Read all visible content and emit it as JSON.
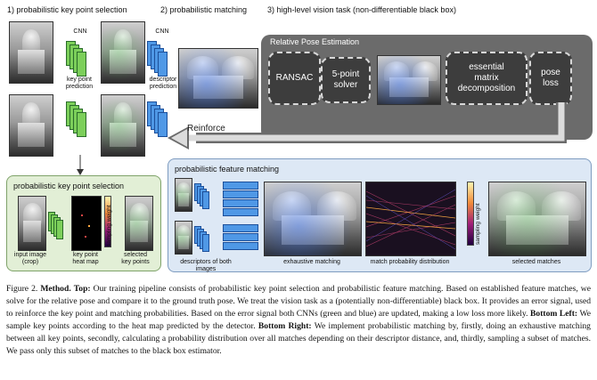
{
  "top": {
    "step1_label": "1) probabilistic key point selection",
    "step2_label": "2) probabilistic matching",
    "step3_label": "3) high-level vision task (non-differentiable black box)",
    "cnn_label_1": "CNN",
    "cnn_label_2": "CNN",
    "key_point_prediction": "key point\nprediction",
    "descriptor_prediction": "descriptor\nprediction",
    "relative_pose_title": "Relative Pose Estimation",
    "nodes": {
      "ransac": "RANSAC",
      "five_point": "5-point\nsolver",
      "essential": "essential\nmatrix\ndecomposition",
      "pose_loss": "pose\nloss"
    },
    "reinforce_label": "Reinforce"
  },
  "bottom_left": {
    "title": "probabilistic key point selection",
    "input_caption": "input image\n(crop)",
    "heatmap_caption": "key point\nheat map",
    "selected_caption": "selected\nkey points",
    "sampling_weight": "sampling weight"
  },
  "bottom_right": {
    "title": "probabilistic feature matching",
    "descriptors_caption": "descriptors of both images",
    "exhaustive_caption": "exhaustive matching",
    "distribution_caption": "match probability distribution",
    "sampling_weight": "sampling weight",
    "selected_caption": "selected matches"
  },
  "caption": {
    "figure": "Figure 2.",
    "method": "Method.",
    "top_label": "Top:",
    "top_text": "Our training pipeline consists of probabilistic key point selection and probabilistic feature matching. Based on established feature matches, we solve for the relative pose and compare it to the ground truth pose. We treat the vision task as a (potentially non-differentiable) black box. It provides an error signal, used to reinforce the key point and matching probabilities. Based on the error signal both CNNs (green and blue) are updated, making a low loss more likely.",
    "bottom_left_label": "Bottom Left:",
    "bottom_left_text": "We sample key points according to the heat map predicted by the detector.",
    "bottom_right_label": "Bottom Right:",
    "bottom_right_text": "We implement probabilistic matching by, firstly, doing an exhaustive matching between all key points, secondly, calculating a probability distribution over all matches depending on their descriptor distance, and, thirdly, sampling a subset of matches. We pass only this subset of matches to the black box estimator."
  },
  "colors": {
    "cnn_green": "#7ccf5a",
    "cnn_blue": "#4f98e6",
    "panel_green": "#e2efd6",
    "panel_blue": "#dde8f5",
    "pose_box": "#6b6b6b",
    "node_dark": "#3d3d3d"
  }
}
